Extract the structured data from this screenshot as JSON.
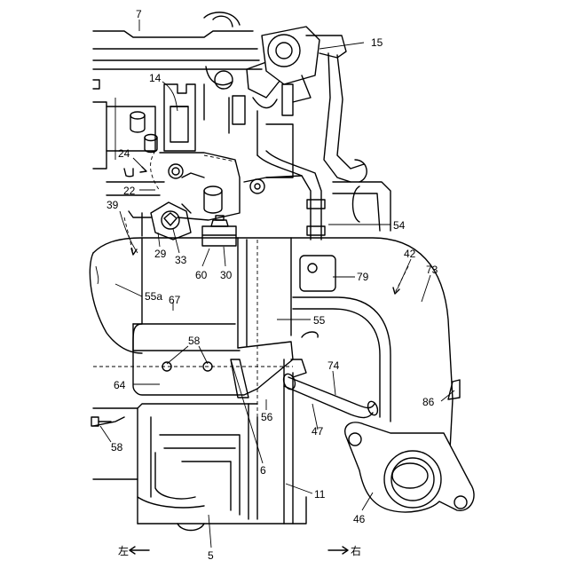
{
  "figure": {
    "labels": [
      {
        "id": "7",
        "text": "7"
      },
      {
        "id": "15",
        "text": "15"
      },
      {
        "id": "14",
        "text": "14"
      },
      {
        "id": "24",
        "text": "24"
      },
      {
        "id": "22",
        "text": "22"
      },
      {
        "id": "39",
        "text": "39"
      },
      {
        "id": "29",
        "text": "29"
      },
      {
        "id": "33",
        "text": "33"
      },
      {
        "id": "60",
        "text": "60"
      },
      {
        "id": "30",
        "text": "30"
      },
      {
        "id": "54",
        "text": "54"
      },
      {
        "id": "42",
        "text": "42"
      },
      {
        "id": "73",
        "text": "73"
      },
      {
        "id": "79",
        "text": "79"
      },
      {
        "id": "55a",
        "text": "55a"
      },
      {
        "id": "67",
        "text": "67"
      },
      {
        "id": "55",
        "text": "55"
      },
      {
        "id": "58a",
        "text": "58"
      },
      {
        "id": "74",
        "text": "74"
      },
      {
        "id": "64",
        "text": "64"
      },
      {
        "id": "86",
        "text": "86"
      },
      {
        "id": "56",
        "text": "56"
      },
      {
        "id": "47",
        "text": "47"
      },
      {
        "id": "58b",
        "text": "58"
      },
      {
        "id": "6",
        "text": "6"
      },
      {
        "id": "11",
        "text": "11"
      },
      {
        "id": "46",
        "text": "46"
      },
      {
        "id": "5",
        "text": "5"
      }
    ],
    "direction": {
      "left_text": "左",
      "right_text": "右"
    }
  }
}
